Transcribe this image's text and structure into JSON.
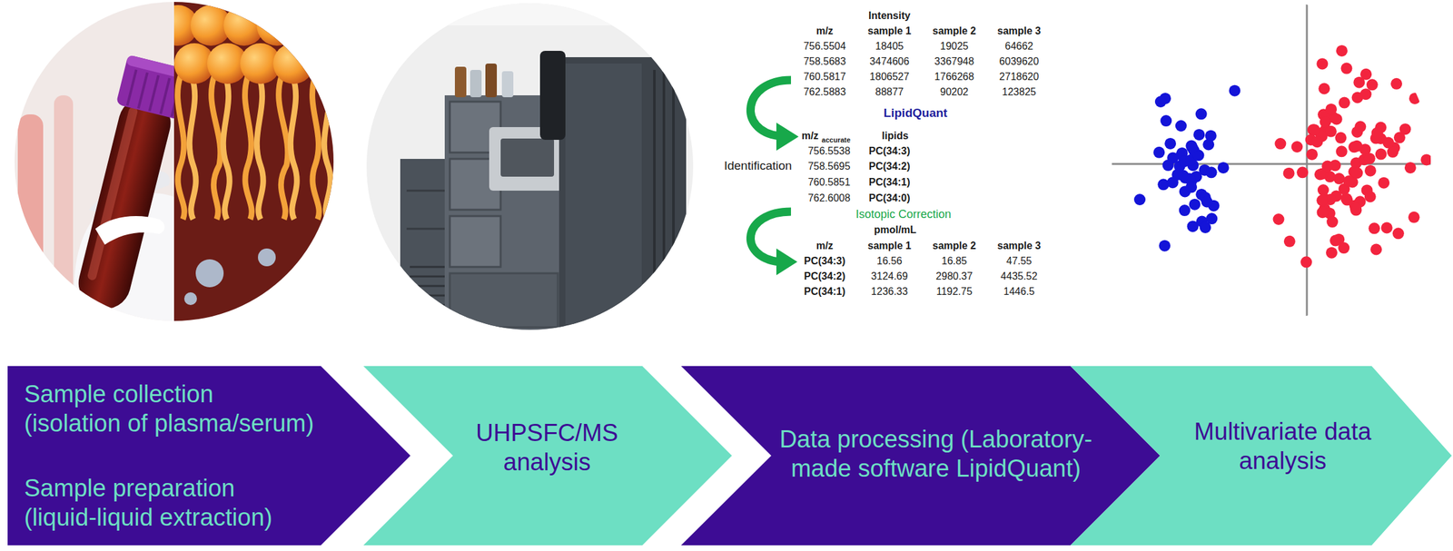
{
  "diagram": {
    "nodes": [
      {
        "text": [
          "Sample collection (isolation of plasma/serum)",
          "Sample preparation (liquid-liquid extraction)"
        ]
      },
      {
        "text": [
          "UHPSFC/MS analysis"
        ]
      },
      {
        "text": [
          "Data processing (Laboratory-made software LipidQuant)"
        ]
      },
      {
        "text": [
          "Multivariate data analysis"
        ]
      }
    ],
    "labels": [
      "Intensity",
      "m/z",
      "sample 1",
      "sample 2",
      "sample 3",
      "756.5504",
      "18405",
      "19025",
      "64662",
      "758.5683",
      "3474606",
      "3367948",
      "6039620",
      "760.5817",
      "1806527",
      "1766268",
      "2718620",
      "762.5883",
      "88877",
      "90202",
      "123825",
      "LipidQuant",
      "Identification",
      "m/z",
      "accurate",
      "lipids",
      "756.5538",
      "PC(34:3)",
      "758.5695",
      "PC(34:2)",
      "760.5851",
      "PC(34:1)",
      "762.6008",
      "PC(34:0)",
      "Isotopic Correction",
      "pmol/mL",
      "m/z",
      "sample 1",
      "sample 2",
      "sample 3",
      "PC(34:3)",
      "16.56",
      "16.85",
      "47.55",
      "PC(34:2)",
      "3124.69",
      "2980.37",
      "4435.52",
      "PC(34:1)",
      "1236.33",
      "1192.75",
      "1446.5"
    ]
  }
}
